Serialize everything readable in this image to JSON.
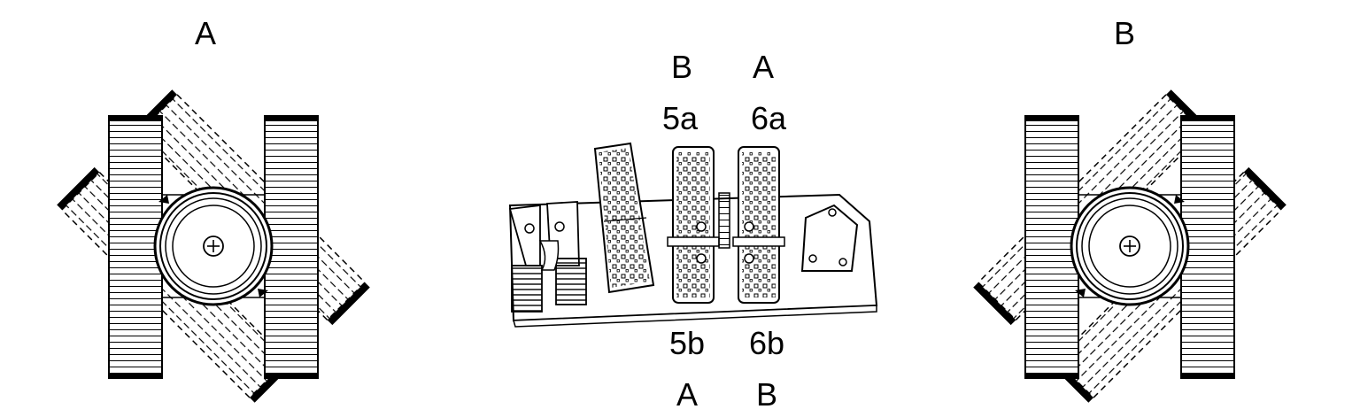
{
  "labels": {
    "left_view": "A",
    "right_view": "B",
    "pedal5_top_letter": "B",
    "pedal6_top_letter": "A",
    "pedal5_top": "5a",
    "pedal6_top": "6a",
    "pedal5_bottom": "5b",
    "pedal6_bottom": "6b",
    "pedal5_bottom_letter": "A",
    "pedal6_bottom_letter": "B"
  },
  "colors": {
    "line": "#000000",
    "background": "#ffffff"
  },
  "icons": [
    "crosshair-icon",
    "rotation-arrow-icon"
  ]
}
